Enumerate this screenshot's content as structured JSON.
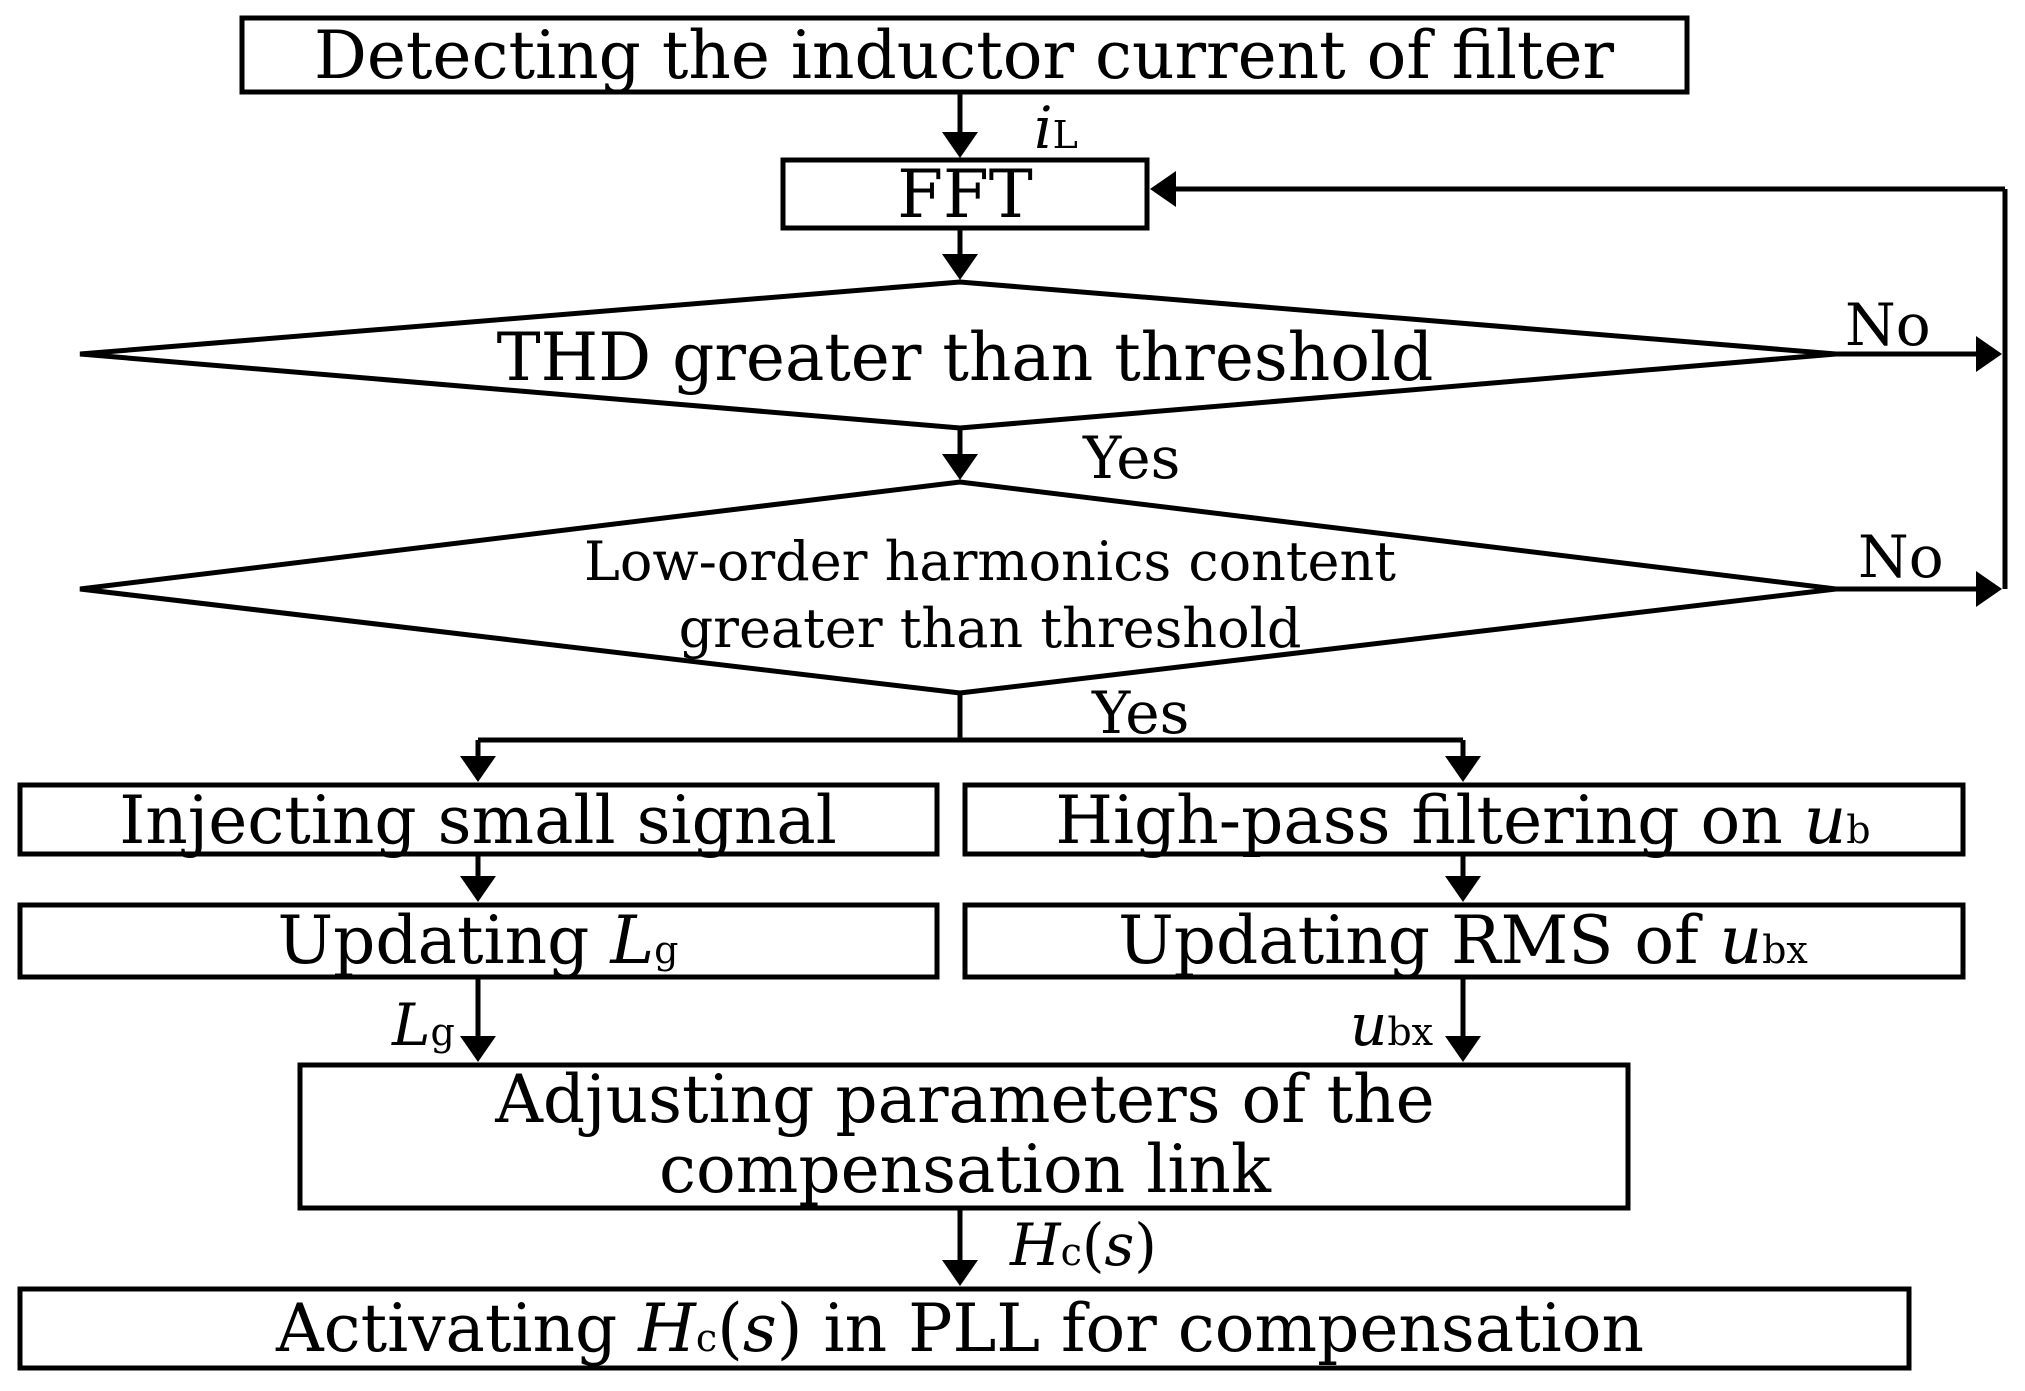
{
  "nodes": {
    "detect": "Detecting the inductor current of filter",
    "fft": "FFT",
    "thd": "THD greater than threshold",
    "low_order_l1": "Low-order harmonics content",
    "low_order_l2": "greater than threshold",
    "inject": "Injecting small signal",
    "highpass": "High-pass filtering on ",
    "update_lg": "Updating ",
    "update_rms": "Updating RMS of ",
    "adjust_l1": "Adjusting parameters of the",
    "adjust_l2": "compensation link",
    "activate_pre": "Activating  ",
    "activate_post": " in PLL for compensation"
  },
  "symbols": {
    "i": "i",
    "L_sub": "L",
    "u": "u",
    "b_sub": "b",
    "bx_sub": "bx",
    "L": "L",
    "g_sub": "g",
    "H": "H",
    "c_sub": "c",
    "s_open": "(",
    "s": "s",
    "s_close": ")"
  },
  "edge_labels": {
    "no": "No",
    "yes": "Yes"
  }
}
